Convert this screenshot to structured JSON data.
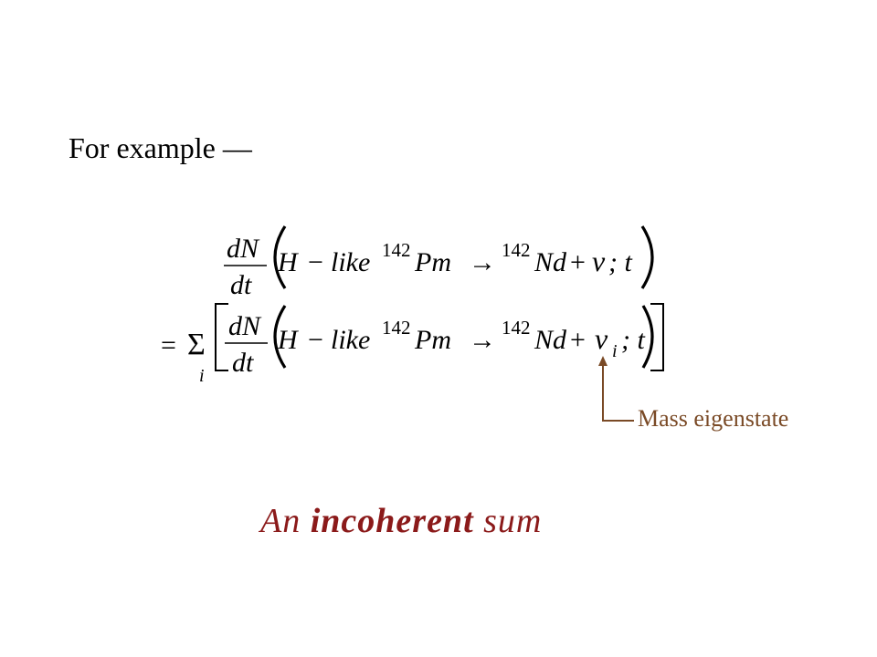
{
  "heading": "For example —",
  "equation": {
    "numerator": "dN",
    "denominator": "dt",
    "parent_prefix": "H",
    "minus": "−",
    "parent_tag": "like",
    "mass_number": "142",
    "parent_element": "Pm",
    "arrow": "→",
    "daughter_element": "Nd",
    "plus": "+",
    "neutrino": "ν",
    "neutrino_index": "i",
    "time_arg": "; t",
    "equals": "=",
    "sum_symbol": "Σ",
    "sum_index": "i"
  },
  "callout": {
    "label": "Mass eigenstate",
    "color": "#7a4a26"
  },
  "caption": {
    "prefix": "An",
    "emphasis": "incoherent",
    "suffix": "sum",
    "color": "#8b1a1a"
  }
}
